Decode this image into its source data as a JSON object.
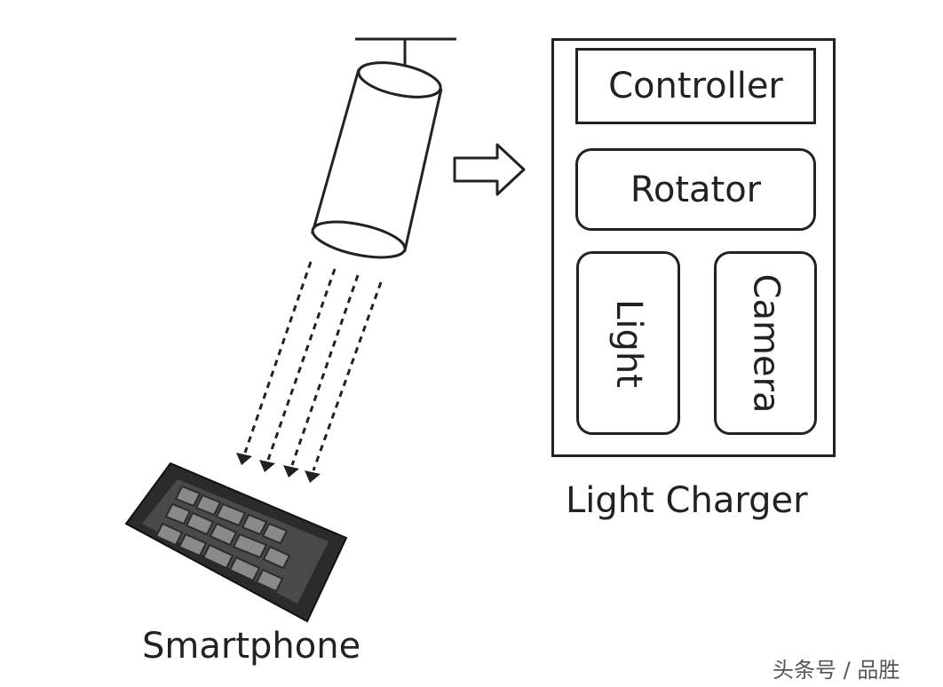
{
  "diagram": {
    "labels": {
      "controller": "Controller",
      "rotator": "Rotator",
      "light": "Light",
      "camera": "Camera",
      "light_charger": "Light Charger",
      "smartphone": "Smartphone"
    },
    "watermark": "头条号 / 品胜"
  },
  "colors": {
    "stroke": "#222222",
    "background": "#ffffff",
    "phone_body": "#2b2b2b",
    "phone_screen": "#555555"
  },
  "icons": [
    "lamp-icon",
    "arrow-right-icon",
    "smartphone-icon",
    "light-ray-arrows"
  ]
}
